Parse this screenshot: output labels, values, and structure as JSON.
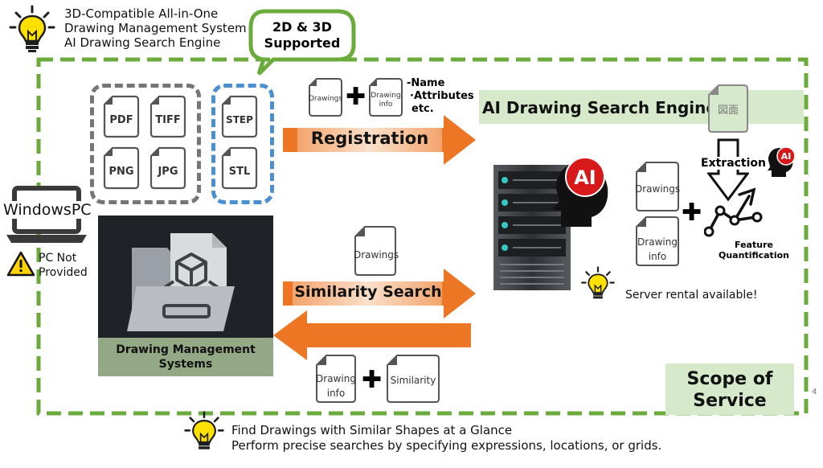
{
  "header": {
    "line1": "3D-Compatible All-in-One",
    "line2": "Drawing Management System +",
    "line3": "AI Drawing Search Engine"
  },
  "bubble": {
    "line1": "2D & 3D",
    "line2": "Supported"
  },
  "formats2d": [
    "PDF",
    "TIFF",
    "PNG",
    "JPG"
  ],
  "formats3d": [
    "STEP",
    "STL"
  ],
  "registration": {
    "doc1": "Drawings",
    "doc2_line1": "Drawing",
    "doc2_line2": "info",
    "notes": [
      "-Name",
      "·Attributes",
      "etc."
    ],
    "label": "Registration"
  },
  "engine": {
    "title": "AI Drawing Search Engine",
    "doc_label": "図面",
    "extraction": "Extraction",
    "ai_badge": "AI",
    "doc1": "Drawings",
    "doc2_line1": "Drawing",
    "doc2_line2": "info",
    "feature_line1": "Feature",
    "feature_line2": "Quantification",
    "server_ai": "AI",
    "server_note": "Server rental available!"
  },
  "pc": {
    "label": "WindowsPC",
    "warn_line1": "PC Not",
    "warn_line2": "Provided"
  },
  "dms": {
    "line1": "Drawing Management",
    "line2": "Systems"
  },
  "similarity": {
    "doc": "Drawings",
    "label": "Similarity Search",
    "ret_doc1_line1": "Drawing",
    "ret_doc1_line2": "info",
    "ret_doc2": "Similarity"
  },
  "scope": {
    "line1": "Scope of",
    "line2": "Service"
  },
  "page_number": "4",
  "footer": {
    "line1": "Find Drawings with Similar Shapes at a Glance",
    "line2": "Perform precise searches by specifying expressions, locations, or grids."
  },
  "colors": {
    "green_dash": "#6aab3c",
    "arrow_orange": "#ec7623",
    "arrow_light": "#f8c9a4",
    "engine_band": "#d6eacb",
    "dms_dark": "#1f2328",
    "dms_band": "#93a885",
    "blue_dash": "#4a8fd0"
  }
}
